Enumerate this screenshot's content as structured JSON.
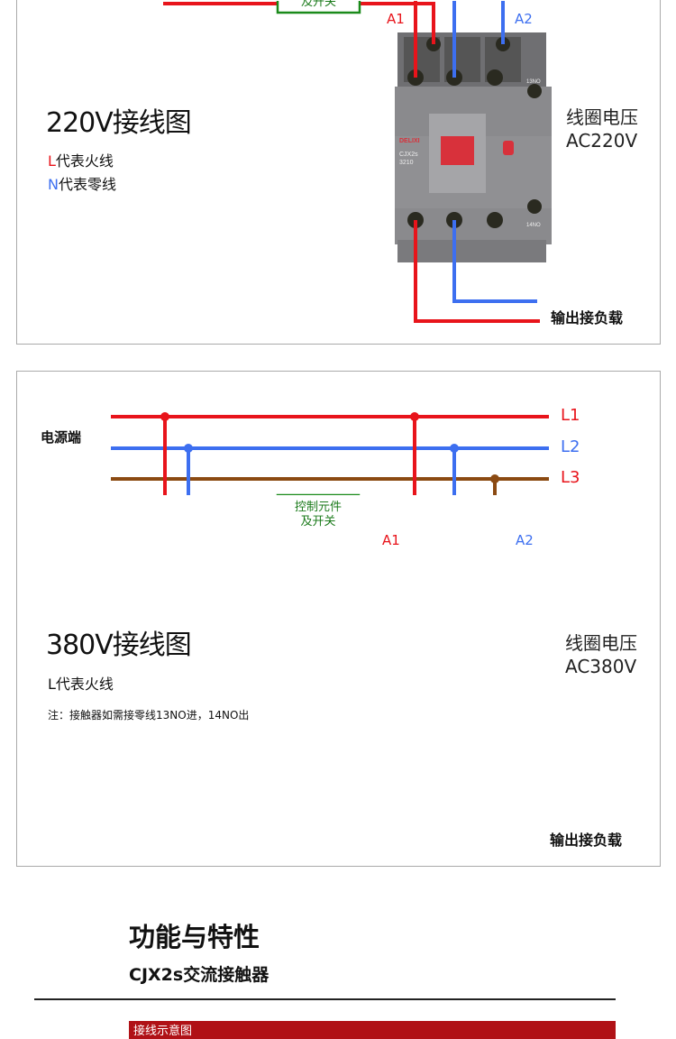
{
  "diagram220": {
    "title": "220V接线图",
    "legend_L_letter": "L",
    "legend_L_text": "代表火线",
    "legend_N_letter": "N",
    "legend_N_text": "代表零线",
    "coil_label": "线圈电压",
    "coil_voltage": "AC220V",
    "a1": "A1",
    "a2": "A2",
    "output": "输出接负载",
    "control_line2": "及开关"
  },
  "diagram380": {
    "title": "380V接线图",
    "legend": "L代表火线",
    "note": "注：接触器如需接零线13NO进，14NO出",
    "power": "电源端",
    "l1": "L1",
    "l2": "L2",
    "l3": "L3",
    "control_line1": "控制元件",
    "control_line2": "及开关",
    "a1": "A1",
    "a2": "A2",
    "coil_label": "线圈电压",
    "coil_voltage": "AC380V",
    "output": "输出接负载"
  },
  "contactor": {
    "brand": "DELIXI",
    "model": "CJX2s",
    "rating": "3210",
    "aux1": "13NO",
    "aux2": "14NO"
  },
  "section": {
    "title": "功能与特性",
    "subtitle": "CJX2s交流接触器",
    "bar_text": "接线示意图"
  },
  "colors": {
    "live": "#e8141b",
    "neutral": "#3d6ff0",
    "phase3": "#8b4a12",
    "control": "#1a8a1a",
    "bar": "#b01116"
  }
}
